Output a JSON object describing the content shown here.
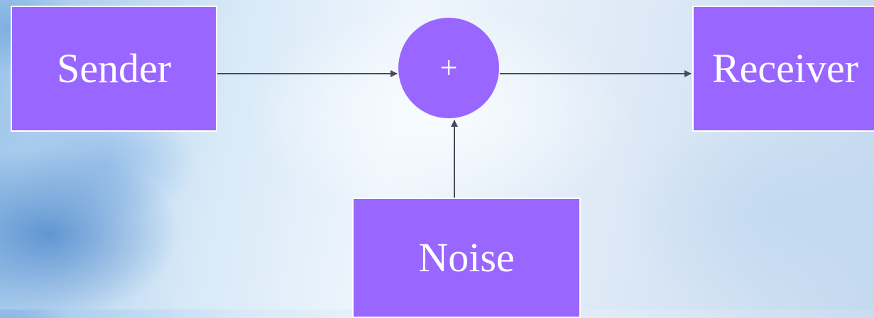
{
  "diagram": {
    "sender_label": "Sender",
    "receiver_label": "Receiver",
    "noise_label": "Noise",
    "sum_symbol": "+",
    "colors": {
      "block_fill": "#9966ff",
      "block_border": "#ffffff",
      "text": "#ffffff",
      "arrow": "#4a4a5a"
    },
    "connections": [
      {
        "from": "Sender",
        "to": "+"
      },
      {
        "from": "+",
        "to": "Receiver"
      },
      {
        "from": "Noise",
        "to": "+"
      }
    ]
  }
}
